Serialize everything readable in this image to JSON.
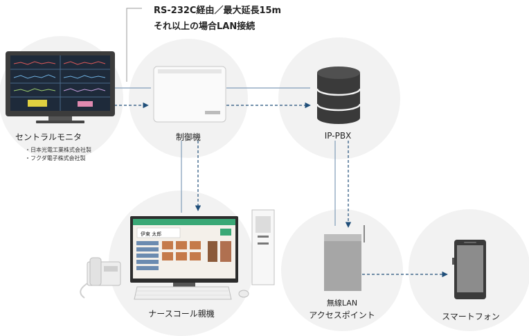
{
  "note": {
    "line1": "RS-232C経由／最大延長15m",
    "line2": "それ以上の場合LAN接続"
  },
  "nodes": {
    "central_monitor": {
      "label": "セントラルモニタ",
      "makers": [
        "・日本光電工業株式会社製",
        "・フクダ電子株式会社製"
      ]
    },
    "controller": {
      "label": "制御機"
    },
    "ip_pbx": {
      "label": "IP-PBX"
    },
    "nurse_call_master": {
      "label": "ナースコール親機",
      "screen_name": "伊東 太郎"
    },
    "wireless_lan_ap": {
      "label_line1": "無線LAN",
      "label_line2": "アクセスポイント"
    },
    "smartphone": {
      "label": "スマートフォン"
    }
  },
  "colors": {
    "circle": "#f2f2f2",
    "line": "#7f9bb8",
    "arrow": "#1f4e79",
    "leader": "#9a9a9a"
  }
}
